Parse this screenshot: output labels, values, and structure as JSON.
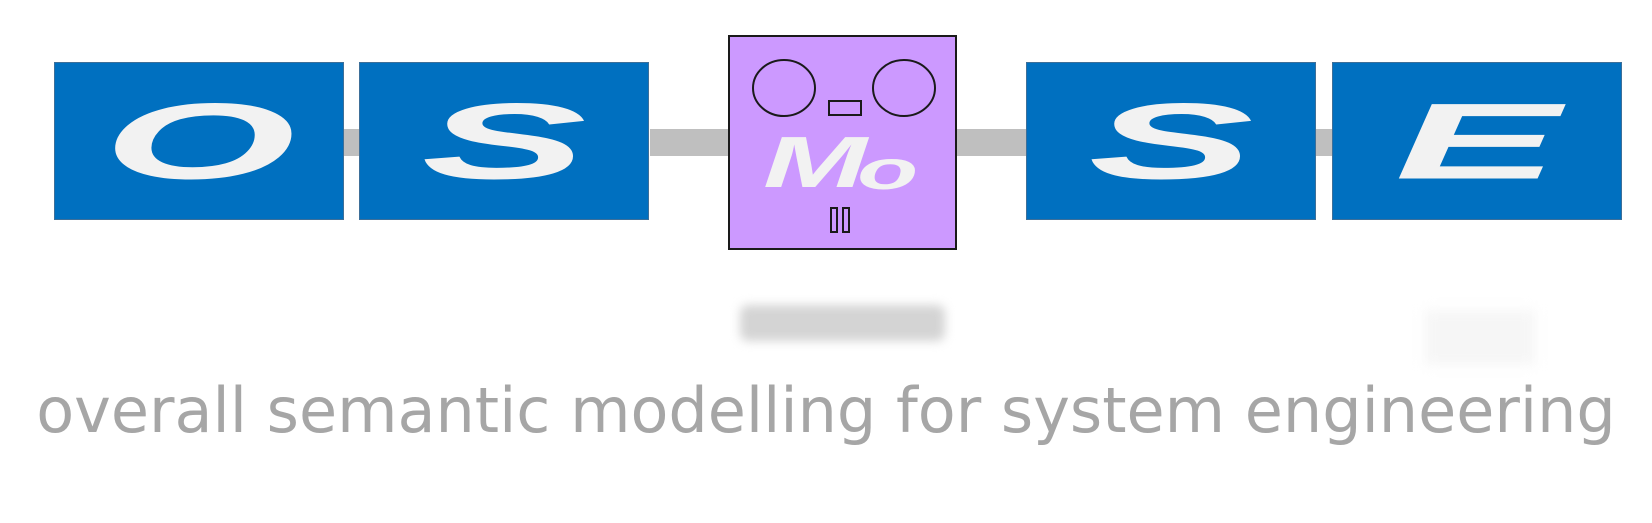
{
  "logo": {
    "tiles": [
      {
        "letter": "O"
      },
      {
        "letter": "S"
      },
      {
        "letter": "M",
        "small_letter": "o"
      },
      {
        "letter": "S"
      },
      {
        "letter": "E"
      }
    ],
    "tagline": "overall semantic modelling for system engineering"
  },
  "colors": {
    "tile_blue": "#0070c0",
    "robot_purple": "#cc99ff",
    "letter": "#f2f2f2",
    "connector": "#bfbfbf",
    "tagline": "#a6a6a6"
  },
  "icons": {
    "robot": "robot-face-icon"
  }
}
